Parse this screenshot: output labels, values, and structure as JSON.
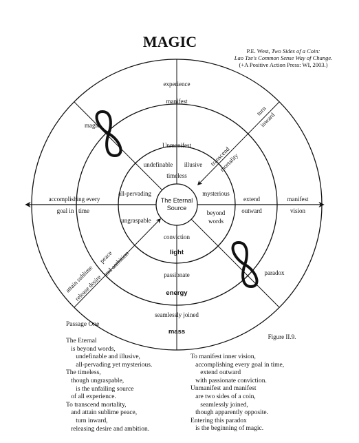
{
  "title": "MAGIC",
  "citation": {
    "line1_plain": "P.E. West, ",
    "line1_italic": "Two Sides of a Coin:",
    "line2_italic": "Lao Tze's Common Sense Way of Change.",
    "line3": "(+A Positive Action Press: WI, 2003.)"
  },
  "center": {
    "line1": "The Eternal",
    "line2": "Source"
  },
  "labels": {
    "experience": "experience",
    "manifest": "manifest",
    "unmanifest": "Unmanifest",
    "undefinable": "undefinable",
    "illusive": "illusive",
    "timeless": "timeless",
    "all_pervading": "all-pervading",
    "mysterious": "mysterious",
    "ungraspable": "ungraspable",
    "beyond": "beyond",
    "words": "words",
    "conviction": "conviction",
    "light": "light",
    "passionate": "passionate",
    "energy": "energy",
    "seamlessly_joined": "seamlessly joined",
    "mass": "mass",
    "accomplishing_every": "accomplishing every",
    "goal_in": "goal in",
    "time": "time",
    "extend": "extend",
    "outward": "outward",
    "manifest_right": "manifest",
    "vision": "vision",
    "turn": "turn",
    "inward": "inward",
    "transcend": "transcend",
    "mortality": "mortality",
    "attain_sublime": "attain sublime",
    "peace": "peace",
    "release_desire": "release desire",
    "and_ambition": "and ambition",
    "magic": "magic",
    "paradox": "paradox"
  },
  "figure_label": "Figure II.9.",
  "passage_heading": "Passage One",
  "passage_left": [
    "The Eternal",
    "   is beyond words,",
    "      undefinable and illusive,",
    "      all-pervading yet mysterious.",
    "The timeless,",
    "   though ungraspable,",
    "      is the unfailing source",
    "   of all experience.",
    "To transcend mortality,",
    "   and attain sublime peace,",
    "      turn inward,",
    "   releasing desire and ambition."
  ],
  "passage_right": [
    "To manifest inner vision,",
    "   accomplishing every goal in time,",
    "      extend outward",
    "   with passionate conviction.",
    "Unmanifest and manifest",
    "   are two sides of a coin,",
    "      seamlessly joined,",
    "   though apparently opposite.",
    "Entering this paradox",
    "   is the beginning of magic."
  ]
}
